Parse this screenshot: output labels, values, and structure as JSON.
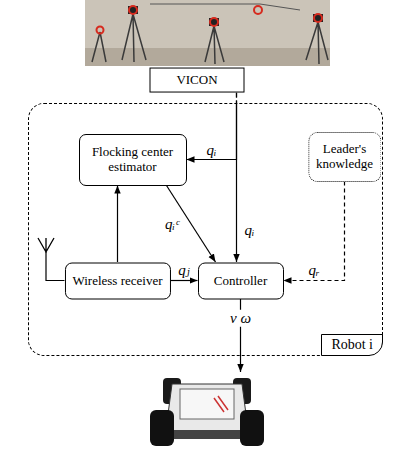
{
  "diagram": {
    "nodes": [
      {
        "text": [
          "VICON"
        ]
      },
      {
        "text": [
          "Robot i"
        ]
      },
      {
        "text": [
          "Flocking center estimator"
        ],
        "in": 1
      },
      {
        "text": [
          "Leader's knowledge"
        ],
        "in": 1
      },
      {
        "text": [
          "Wireless receiver"
        ],
        "in": 1
      },
      {
        "text": [
          "Controller"
        ],
        "in": 1
      }
    ],
    "edges": [
      {
        "from": 0,
        "to": 2,
        "arrow": "to",
        "label": "qᵢ"
      },
      {
        "from": 0,
        "to": 5,
        "arrow": "to",
        "label": "qᵢ"
      },
      {
        "from": 4,
        "to": 2,
        "arrow": "to"
      },
      {
        "from": 4,
        "to": 5,
        "arrow": "to",
        "label": "qⱼ"
      },
      {
        "from": 2,
        "to": 5,
        "arrow": "to",
        "label": "qᵢᶜ"
      },
      {
        "from": 3,
        "to": 5,
        "arrow": "to",
        "label": "qᵣ"
      }
    ],
    "labels": [
      "v ω"
    ]
  }
}
